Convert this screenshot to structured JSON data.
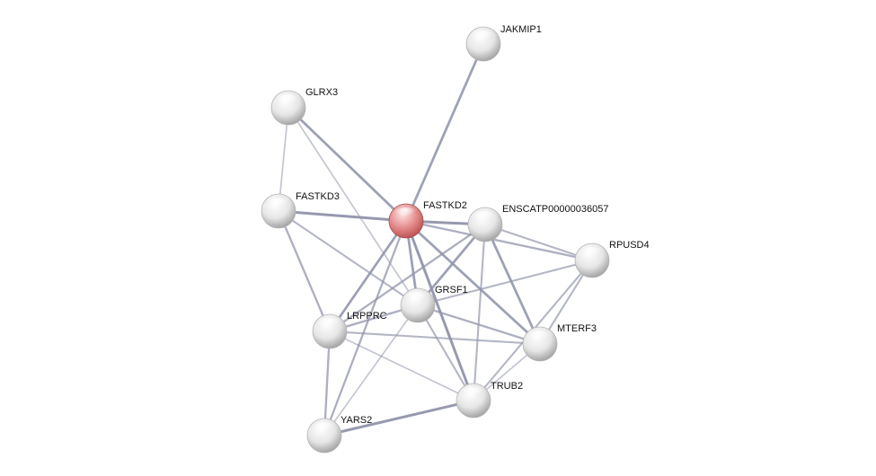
{
  "colors": {
    "edge": "#8f93aa",
    "node_fill_light": "#ffffff",
    "node_fill_mid": "#e6e6e6",
    "node_fill_dark": "#9a9a9a",
    "query_fill_light": "#ffe3e3",
    "query_fill_mid": "#e38b8b",
    "query_fill_dark": "#b84a4a",
    "label": "#111111"
  },
  "network": {
    "nodes": [
      {
        "id": "FASTKD2",
        "label": "FASTKD2",
        "query": true
      },
      {
        "id": "JAKMIP1",
        "label": "JAKMIP1",
        "query": false
      },
      {
        "id": "GLRX3",
        "label": "GLRX3",
        "query": false
      },
      {
        "id": "FASTKD3",
        "label": "FASTKD3",
        "query": false
      },
      {
        "id": "ENSCATP00000036057",
        "label": "ENSCATP00000036057",
        "query": false
      },
      {
        "id": "RPUSD4",
        "label": "RPUSD4",
        "query": false
      },
      {
        "id": "GRSF1",
        "label": "GRSF1",
        "query": false
      },
      {
        "id": "LRPPRC",
        "label": "LRPPRC",
        "query": false
      },
      {
        "id": "MTERF3",
        "label": "MTERF3",
        "query": false
      },
      {
        "id": "TRUB2",
        "label": "TRUB2",
        "query": false
      },
      {
        "id": "YARS2",
        "label": "YARS2",
        "query": false
      }
    ],
    "edges": [
      {
        "source": "FASTKD2",
        "target": "JAKMIP1",
        "strength": 0.8
      },
      {
        "source": "FASTKD2",
        "target": "GLRX3",
        "strength": 0.8
      },
      {
        "source": "FASTKD2",
        "target": "FASTKD3",
        "strength": 0.9
      },
      {
        "source": "FASTKD2",
        "target": "ENSCATP00000036057",
        "strength": 0.9
      },
      {
        "source": "FASTKD2",
        "target": "RPUSD4",
        "strength": 0.6
      },
      {
        "source": "FASTKD2",
        "target": "GRSF1",
        "strength": 0.8
      },
      {
        "source": "FASTKD2",
        "target": "LRPPRC",
        "strength": 0.8
      },
      {
        "source": "FASTKD2",
        "target": "MTERF3",
        "strength": 0.8
      },
      {
        "source": "FASTKD2",
        "target": "TRUB2",
        "strength": 0.9
      },
      {
        "source": "FASTKD2",
        "target": "YARS2",
        "strength": 0.6
      },
      {
        "source": "GLRX3",
        "target": "FASTKD3",
        "strength": 0.3
      },
      {
        "source": "GLRX3",
        "target": "GRSF1",
        "strength": 0.3
      },
      {
        "source": "FASTKD3",
        "target": "LRPPRC",
        "strength": 0.6
      },
      {
        "source": "FASTKD3",
        "target": "GRSF1",
        "strength": 0.5
      },
      {
        "source": "ENSCATP00000036057",
        "target": "RPUSD4",
        "strength": 0.5
      },
      {
        "source": "ENSCATP00000036057",
        "target": "GRSF1",
        "strength": 0.8
      },
      {
        "source": "ENSCATP00000036057",
        "target": "LRPPRC",
        "strength": 0.6
      },
      {
        "source": "ENSCATP00000036057",
        "target": "MTERF3",
        "strength": 0.8
      },
      {
        "source": "ENSCATP00000036057",
        "target": "TRUB2",
        "strength": 0.5
      },
      {
        "source": "RPUSD4",
        "target": "GRSF1",
        "strength": 0.5
      },
      {
        "source": "RPUSD4",
        "target": "MTERF3",
        "strength": 0.5
      },
      {
        "source": "RPUSD4",
        "target": "TRUB2",
        "strength": 0.5
      },
      {
        "source": "GRSF1",
        "target": "LRPPRC",
        "strength": 0.6
      },
      {
        "source": "GRSF1",
        "target": "MTERF3",
        "strength": 0.6
      },
      {
        "source": "GRSF1",
        "target": "TRUB2",
        "strength": 0.5
      },
      {
        "source": "GRSF1",
        "target": "YARS2",
        "strength": 0.3
      },
      {
        "source": "LRPPRC",
        "target": "MTERF3",
        "strength": 0.5
      },
      {
        "source": "LRPPRC",
        "target": "TRUB2",
        "strength": 0.3
      },
      {
        "source": "LRPPRC",
        "target": "YARS2",
        "strength": 0.6
      },
      {
        "source": "MTERF3",
        "target": "TRUB2",
        "strength": 0.3
      },
      {
        "source": "TRUB2",
        "target": "YARS2",
        "strength": 0.9
      }
    ]
  }
}
